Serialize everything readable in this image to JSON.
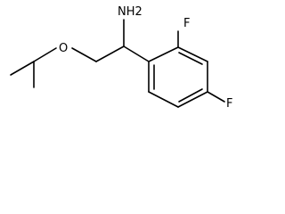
{
  "molecule": {
    "atoms": {
      "amine": "NH2",
      "ether_oxygen": "O",
      "fluorine_ortho": "F",
      "fluorine_para": "F"
    }
  },
  "colors": {
    "bond": "#000000",
    "label": "#000000",
    "background": "#ffffff"
  }
}
